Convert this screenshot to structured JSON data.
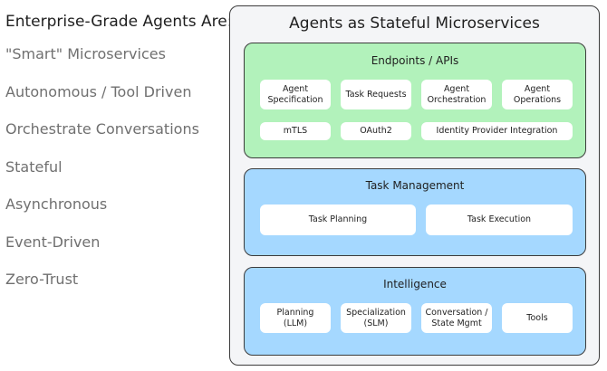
{
  "left": {
    "title": "Enterprise-Grade Agents Are:",
    "items": [
      "\"Smart\" Microservices",
      "Autonomous / Tool Driven",
      "Orchestrate Conversations",
      "Stateful",
      "Asynchronous",
      "Event-Driven",
      "Zero-Trust"
    ]
  },
  "diagram": {
    "title": "Agents as Stateful Microservices",
    "endpoints": {
      "title": "Endpoints / APIs",
      "row1": [
        "Agent\nSpecification",
        "Task Requests",
        "Agent\nOrchestration",
        "Agent\nOperations"
      ],
      "row2": [
        "mTLS",
        "OAuth2",
        "Identity Provider Integration"
      ]
    },
    "task_management": {
      "title": "Task Management",
      "items": [
        "Task Planning",
        "Task Execution"
      ]
    },
    "intelligence": {
      "title": "Intelligence",
      "items": [
        "Planning\n(LLM)",
        "Specialization\n(SLM)",
        "Conversation /\nState Mgmt",
        "Tools"
      ]
    }
  },
  "colors": {
    "endpoints_fill": "#b2f2bb",
    "blue_fill": "#a5d8ff",
    "outer_fill": "#f4f5f7",
    "muted_text": "#707070"
  }
}
